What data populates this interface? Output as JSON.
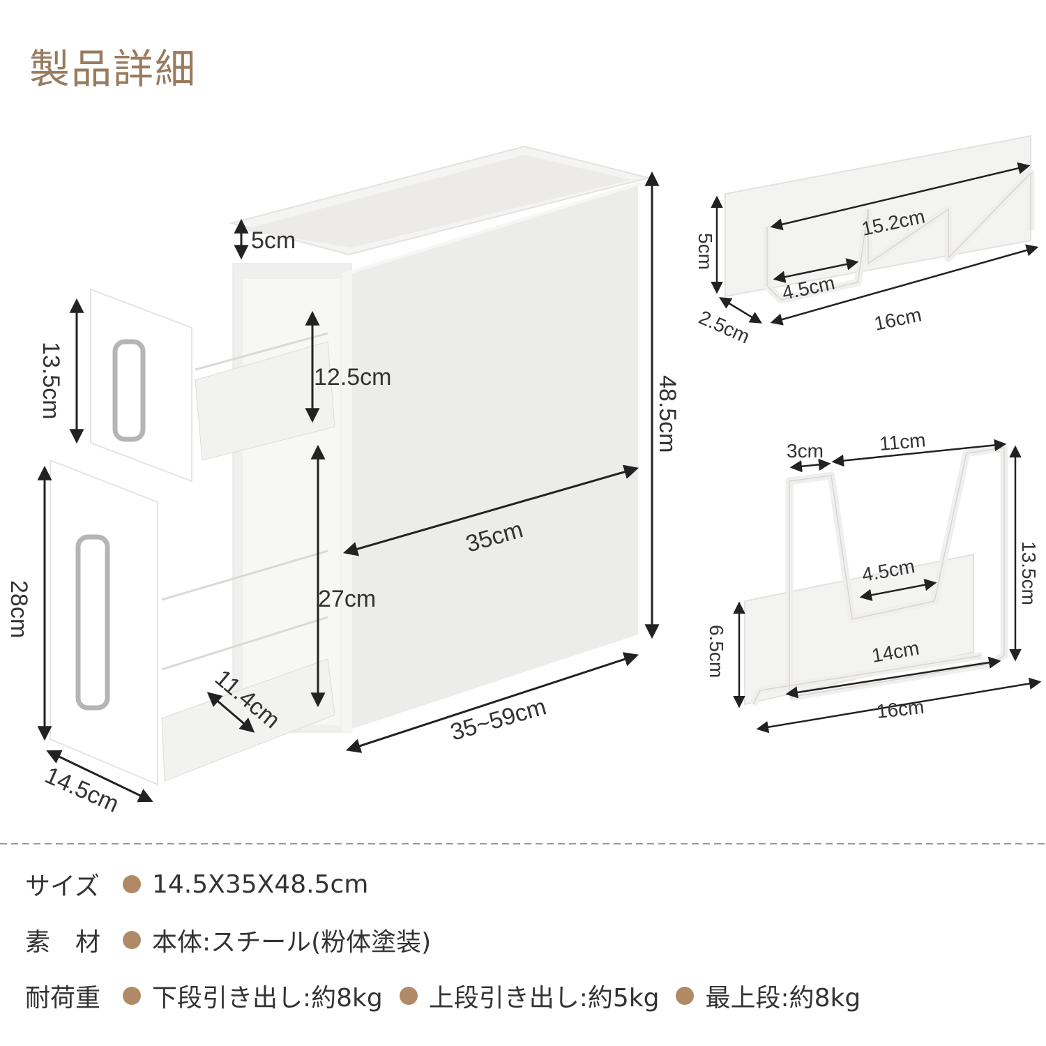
{
  "title": "製品詳細",
  "accent_color": "#9a7b5e",
  "bullet_color": "#b08a66",
  "main_dims": {
    "top_lip": "5cm",
    "upper_drawer_height": "13.5cm",
    "upper_inner_height": "12.5cm",
    "total_height": "48.5cm",
    "depth": "35cm",
    "lower_drawer_height": "28cm",
    "lower_inner_height": "27cm",
    "inner_width": "11.4cm",
    "extended_depth": "35~59cm",
    "width": "14.5cm"
  },
  "hook_dims": {
    "hook_span": "15.2cm",
    "height": "5cm",
    "spacing": "4.5cm",
    "depth": "2.5cm",
    "length": "16cm"
  },
  "lid_dims": {
    "slot": "3cm",
    "span": "11cm",
    "inner": "4.5cm",
    "height": "13.5cm",
    "base_height": "6.5cm",
    "inner_length": "14cm",
    "length": "16cm"
  },
  "specs": {
    "size_label": "サイズ",
    "size_value": "14.5X35X48.5cm",
    "material_label": "素　材",
    "material_value": "本体:スチール(粉体塗装)",
    "load_label": "耐荷重",
    "load_items": [
      "下段引き出し:約8kg",
      "上段引き出し:約5kg",
      "最上段:約8kg"
    ]
  }
}
